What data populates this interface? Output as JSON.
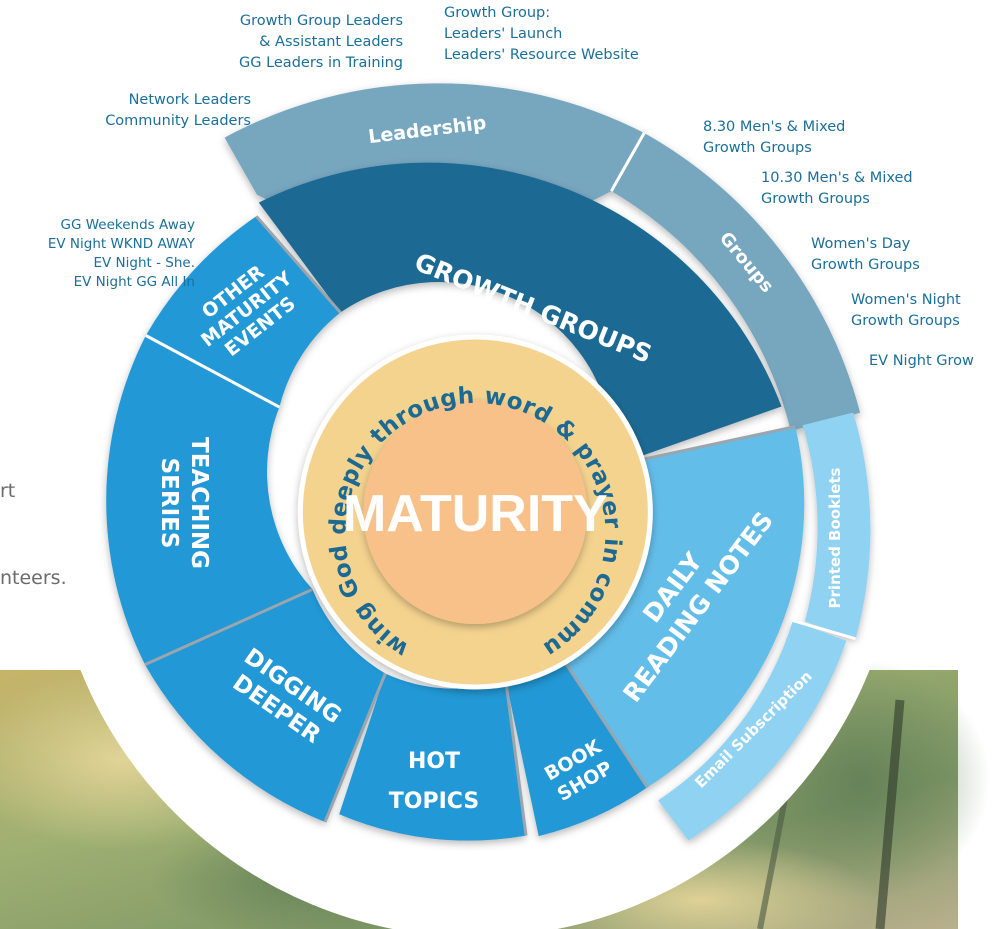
{
  "center_label": "MATURITY",
  "ring_text": "Knowing God deeply through word & prayer in community",
  "segments": {
    "growth_groups": "GROWTH GROUPS",
    "daily_reading_1": "DAILY",
    "daily_reading_2": "READING NOTES",
    "book_shop_1": "BOOK",
    "book_shop_2": "SHOP",
    "hot_topics_1": "HOT",
    "hot_topics_2": "TOPICS",
    "digging_deeper_1": "DIGGING",
    "digging_deeper_2": "DEEPER",
    "teaching_series_1": "TEACHING",
    "teaching_series_2": "SERIES",
    "other_events_1": "OTHER",
    "other_events_2": "MATURITY",
    "other_events_3": "EVENTS"
  },
  "outer": {
    "leadership": "Leadership",
    "groups": "Groups",
    "printed_booklets": "Printed Booklets",
    "email_subscription": "Email Subscription"
  },
  "notes": {
    "leaders_left": [
      "Growth Group Leaders",
      "& Assistant Leaders",
      "GG Leaders in Training"
    ],
    "leaders_right": [
      "Growth Group:",
      "Leaders' Launch",
      "Leaders' Resource Website"
    ],
    "network": [
      "Network Leaders",
      "Community Leaders"
    ],
    "groups": [
      [
        "8.30 Men's & Mixed",
        "Growth Groups"
      ],
      [
        "10.30 Men's & Mixed",
        "Growth Groups"
      ],
      [
        "Women's Day",
        "Growth Groups"
      ],
      [
        "Women's Night",
        "Growth Groups"
      ],
      [
        "EV Night Grow"
      ]
    ],
    "events": [
      "GG Weekends Away",
      "EV Night WKND AWAY",
      "EV Night - She.",
      "EV Night GG All In"
    ]
  },
  "background_fragments": [
    "rt",
    "nteers."
  ],
  "colors": {
    "dark_blue": "#1c6a93",
    "mid_blue": "#2398d6",
    "light_blue": "#63bde9",
    "grey_blue": "#77a6bf",
    "pale_blue": "#8fd2f2",
    "ring": "#f4d38f",
    "center": "#f8c18a",
    "note_text": "#1b6f99"
  }
}
